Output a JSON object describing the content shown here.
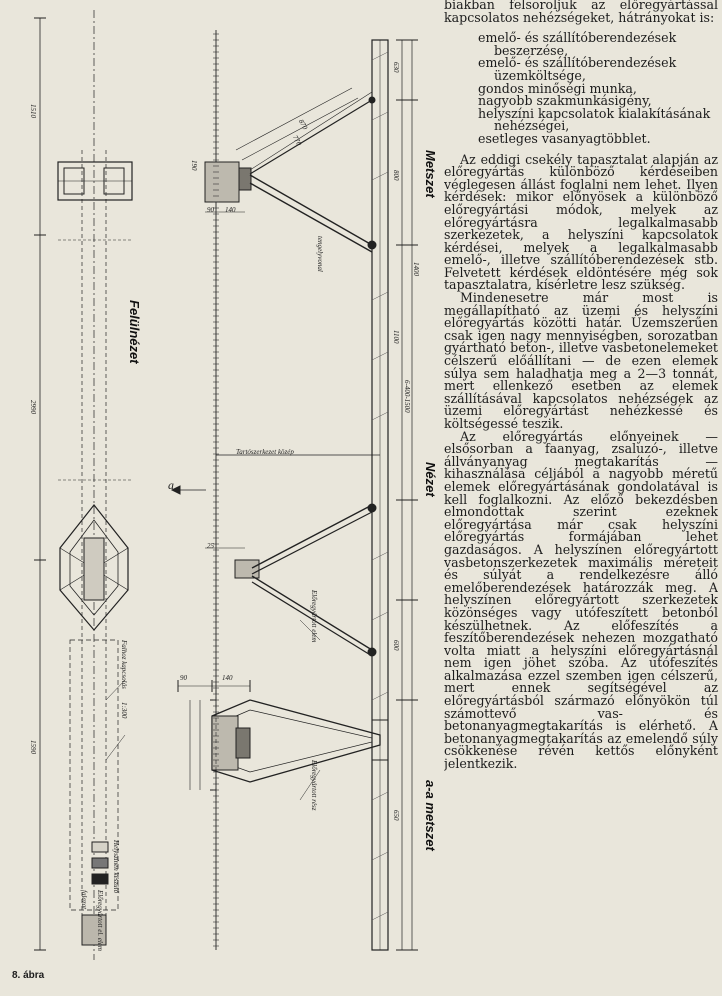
{
  "figure": {
    "caption": "8. ábra",
    "views": {
      "top": "Felülnézet",
      "section": "Metszet",
      "elevation": "Nézet",
      "aa_section": "a-a metszet"
    },
    "labels": {
      "dim_1510": "1510",
      "dim_2990": "2990",
      "dim_1590": "1590",
      "dim_630": "630",
      "dim_800": "800",
      "dim_1100": "1100",
      "dim_1400": "1400",
      "dim_range": "6-400-1500",
      "dim_600": "600",
      "dim_650": "650",
      "dim_870": "870",
      "dim_770": "770",
      "dim_90": "90",
      "dim_140": "140",
      "dim_25": "25",
      "dim_190": "190",
      "dim_1_300": "1:300",
      "axis_note": "Tartószerkezet közép",
      "arrow_a": "a",
      "note_elorep": "Előregyártott elem",
      "note_elorep2": "Előregyártott rész",
      "note_falhoz": "Falhoz kapcsolás",
      "note_tengely": "tengelyvonal",
      "legend_1": "Helyszínen készülő",
      "legend_2": "Előregyártott el. elem",
      "legend_3": "falazat"
    }
  },
  "text": {
    "intro": "biakban felsoroljuk az előregyártással kapcsolatos nehézségeket, hátrányokat is:",
    "list": [
      "emelő- és szállítóberendezések beszerzése,",
      "emelő- és szállítóberendezések üzemköltsége,",
      "gondos minőségi munka,",
      "nagyobb szakmunkásigény,",
      "helyszíni kapcsolatok kialakításának nehézségei,",
      "esetleges vasanyagtöbblet."
    ],
    "p1": "Az eddigi csekély tapasztalat alapján az előregyártás különböző kérdéseiben véglegesen állást foglalni nem lehet. Ilyen kérdések: mikor előnyösek a különböző előregyártási módok, melyek az előregyártásra legalkalmasabb szerkezetek, a helyszíni kapcsolatok kérdései, melyek a legalkalmasabb emelő-, illetve szállítóberendezések stb. Felvetett kérdések eldöntésére még sok tapasztalatra, kísérletre lesz szükség.",
    "p2": "Mindenesetre már most is megállapítható az üzemi és helyszíni előregyártás közötti határ. Üzemszerűen csak igen nagy mennyiségben, sorozatban gyártható beton-, illetve vasbetonelemeket célszerű előállítani — de ezen elemek súlya sem haladhatja meg a 2—3 tonnát, mert ellenkező esetben az elemek szállításával kapcsolatos nehézségek az üzemi előregyártást nehézkessé és költségessé teszik.",
    "p3": "Az előregyártás előnyeinek — elsősorban a faanyag, zsaluzó-, illetve állványanyag megtakarítás — kihasználása céljából a nagyobb méretű elemek előregyártásának gondolatával is kell foglalkozni. Az előző bekezdésben elmondottak szerint ezeknek előregyártása már csak helyszíni előregyártás formájában lehet gazdaságos. A helyszínen előregyártott vasbetonszerkezetek maximális méreteit és súlyát a rendelkezésre álló emelőberendezések határozzák meg. A helyszínen előregyártott szerkezetek közönséges vagy utófeszített betonból készülhetnek. Az előfeszítés a feszítőberendezések nehezen mozgatható volta miatt a helyszíni előregyártásnál nem igen jöhet szóba. Az utófeszítés alkalmazása ezzel szemben igen célszerű, mert ennek segítségével az előregyártásból származó előnyökön túl számottevő vas- és betonanyagmegtakarítás is elérhető. A betonanyagmegtakarítás az emelendő súly csökkenése révén kettős előnyként jelentkezik."
  }
}
